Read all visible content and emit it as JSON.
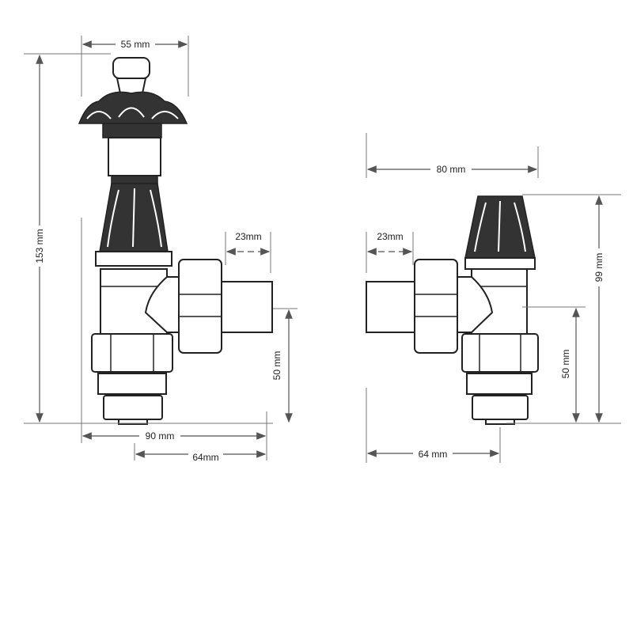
{
  "left_valve": {
    "width_top": "55 mm",
    "height_total": "153 mm",
    "pipe_length": "23mm",
    "pipe_height": "50 mm",
    "width_total": "90 mm",
    "pipe_offset": "64mm"
  },
  "right_valve": {
    "width_total": "80 mm",
    "pipe_length": "23mm",
    "height_total": "99 mm",
    "pipe_height": "50 mm",
    "pipe_offset": "64 mm"
  },
  "colors": {
    "line": "#222222",
    "dimension": "#555555"
  }
}
